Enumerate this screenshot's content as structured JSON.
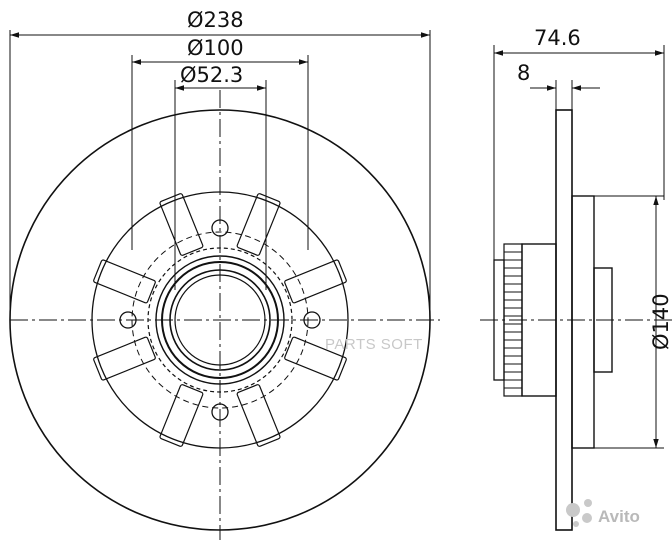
{
  "dimensions": {
    "outer_diameter": "Ø238",
    "hub_diameter": "Ø100",
    "center_bore": "Ø52.3",
    "total_height": "74.6",
    "disc_thickness": "8",
    "side_diameter": "Ø140"
  },
  "watermarks": {
    "parts_soft": "PARTS SOFT",
    "avito": "Avito"
  },
  "colors": {
    "line": "#111111",
    "watermark": "#c8c8c8"
  }
}
